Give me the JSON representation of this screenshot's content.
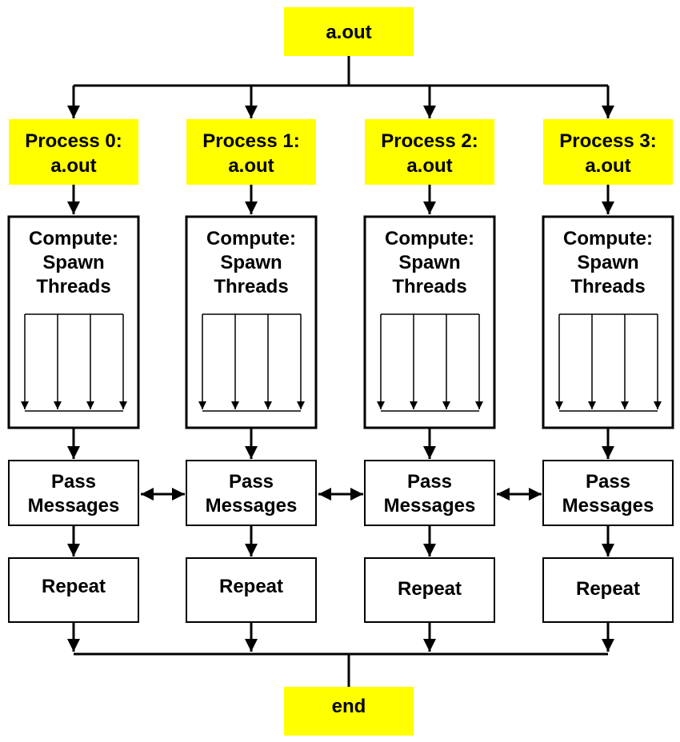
{
  "colors": {
    "terminal_fill": "#ffff00",
    "stroke": "#000000",
    "box_fill": "#ffffff"
  },
  "start": {
    "label": "a.out"
  },
  "end": {
    "label": "end"
  },
  "processes": [
    {
      "title_line1": "Process 0:",
      "title_line2": "a.out",
      "compute_line1": "Compute:",
      "compute_line2": "Spawn",
      "compute_line3": "Threads",
      "pass_line1": "Pass",
      "pass_line2": "Messages",
      "repeat": "Repeat"
    },
    {
      "title_line1": "Process 1:",
      "title_line2": "a.out",
      "compute_line1": "Compute:",
      "compute_line2": "Spawn",
      "compute_line3": "Threads",
      "pass_line1": "Pass",
      "pass_line2": "Messages",
      "repeat": "Repeat"
    },
    {
      "title_line1": "Process 2:",
      "title_line2": "a.out",
      "compute_line1": "Compute:",
      "compute_line2": "Spawn",
      "compute_line3": "Threads",
      "pass_line1": "Pass",
      "pass_line2": "Messages",
      "repeat": "Repeat"
    },
    {
      "title_line1": "Process 3:",
      "title_line2": "a.out",
      "compute_line1": "Compute:",
      "compute_line2": "Spawn",
      "compute_line3": "Threads",
      "pass_line1": "Pass",
      "pass_line2": "Messages",
      "repeat": "Repeat"
    }
  ]
}
